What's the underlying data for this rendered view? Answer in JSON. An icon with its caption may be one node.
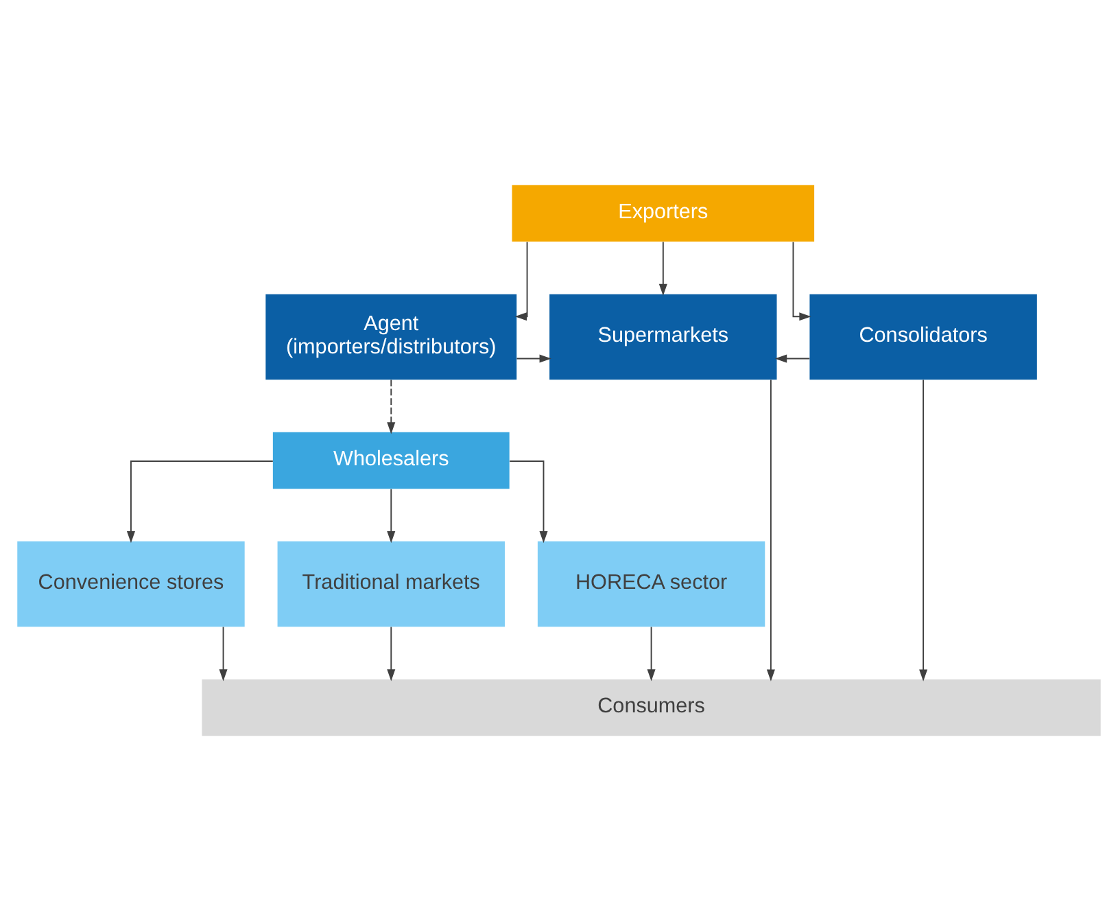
{
  "diagram": {
    "nodes": [
      {
        "text": [
          "Exporters"
        ]
      },
      {
        "text": [
          "Agent",
          "(importers/distributors)"
        ]
      },
      {
        "text": [
          "Supermarkets"
        ]
      },
      {
        "text": [
          "Consolidators"
        ]
      },
      {
        "text": [
          "Wholesalers"
        ]
      },
      {
        "text": [
          "Convenience stores"
        ]
      },
      {
        "text": [
          "Traditional markets"
        ]
      },
      {
        "text": [
          "HORECA sector"
        ]
      },
      {
        "text": [
          "Consumers"
        ]
      }
    ],
    "edges": [
      {
        "from": 0,
        "to": 1,
        "arrow": "to"
      },
      {
        "from": 0,
        "to": 2,
        "arrow": "to"
      },
      {
        "from": 0,
        "to": 3,
        "arrow": "to"
      },
      {
        "from": 1,
        "to": 2,
        "arrow": "to"
      },
      {
        "from": 3,
        "to": 2,
        "arrow": "to"
      },
      {
        "from": 1,
        "to": 4,
        "arrow": "to",
        "style": "dashed"
      },
      {
        "from": 4,
        "to": 5,
        "arrow": "to"
      },
      {
        "from": 4,
        "to": 6,
        "arrow": "to"
      },
      {
        "from": 4,
        "to": 7,
        "arrow": "to"
      },
      {
        "from": 5,
        "to": 8,
        "arrow": "to"
      },
      {
        "from": 6,
        "to": 8,
        "arrow": "to"
      },
      {
        "from": 7,
        "to": 8,
        "arrow": "to"
      },
      {
        "from": 2,
        "to": 8,
        "arrow": "to"
      },
      {
        "from": 3,
        "to": 8,
        "arrow": "to"
      }
    ]
  }
}
